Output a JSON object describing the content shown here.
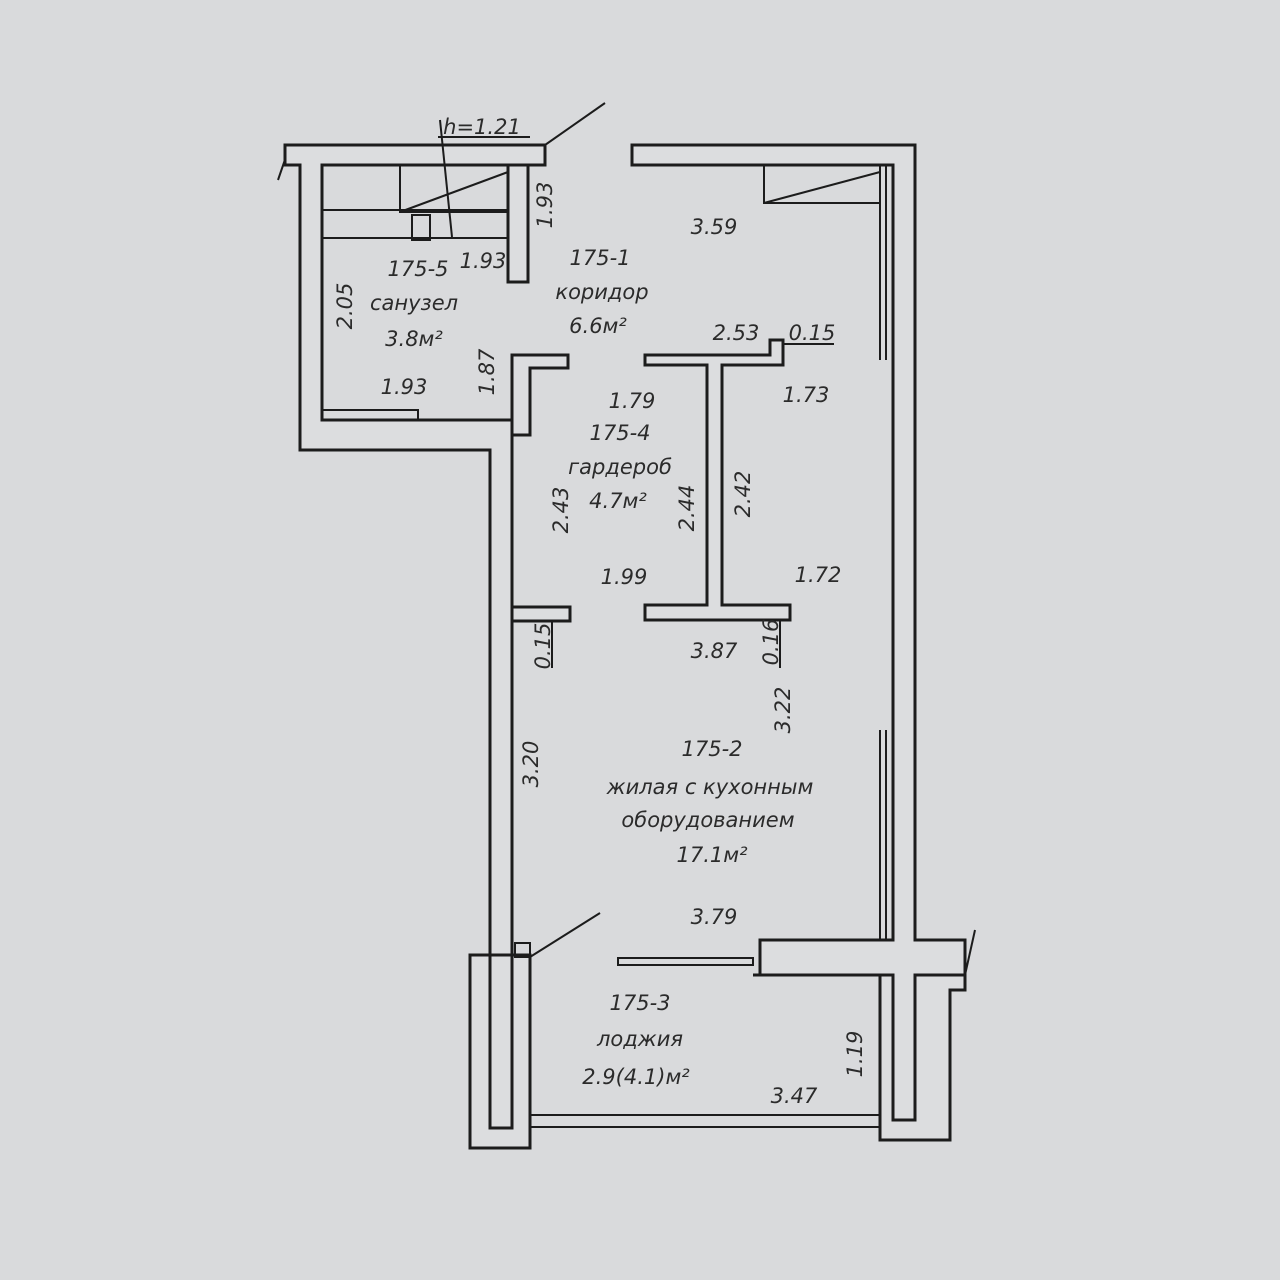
{
  "plan": {
    "rooms": [
      {
        "id": "175-1",
        "name": "коридор",
        "area": "6.6м²"
      },
      {
        "id": "175-2",
        "name_line1": "жилая с кухонным",
        "name_line2": "оборудованием",
        "area": "17.1м²"
      },
      {
        "id": "175-3",
        "name": "лоджия",
        "area": "2.9(4.1)м²"
      },
      {
        "id": "175-4",
        "name": "гардероб",
        "area": "4.7м²"
      },
      {
        "id": "175-5",
        "name": "санузел",
        "area": "3.8м²"
      }
    ],
    "dimensions": {
      "shaft_height": "h=1.21",
      "bath_top_vertical": "1.93",
      "bath_inner_width": "1.93",
      "bath_left_height": "2.05",
      "bath_bottom_width": "1.93",
      "corridor_stub_height": "1.87",
      "corridor_width": "3.59",
      "wardrobe_top": "2.53",
      "wall_thickness_top": "0.15",
      "wardrobe_width": "1.79",
      "right_niche_width": "1.73",
      "wardrobe_left_height": "2.43",
      "wardrobe_right_height": "2.44",
      "niche_height": "2.42",
      "wardrobe_bottom_width": "1.99",
      "right_niche_bottom": "1.72",
      "wall_thickness_left": "0.15",
      "living_top_width": "3.87",
      "wall_thickness_right": "0.16",
      "living_right_height": "3.22",
      "living_left_height": "3.20",
      "living_bottom_width": "3.79",
      "loggia_height": "1.19",
      "loggia_width": "3.47"
    }
  }
}
